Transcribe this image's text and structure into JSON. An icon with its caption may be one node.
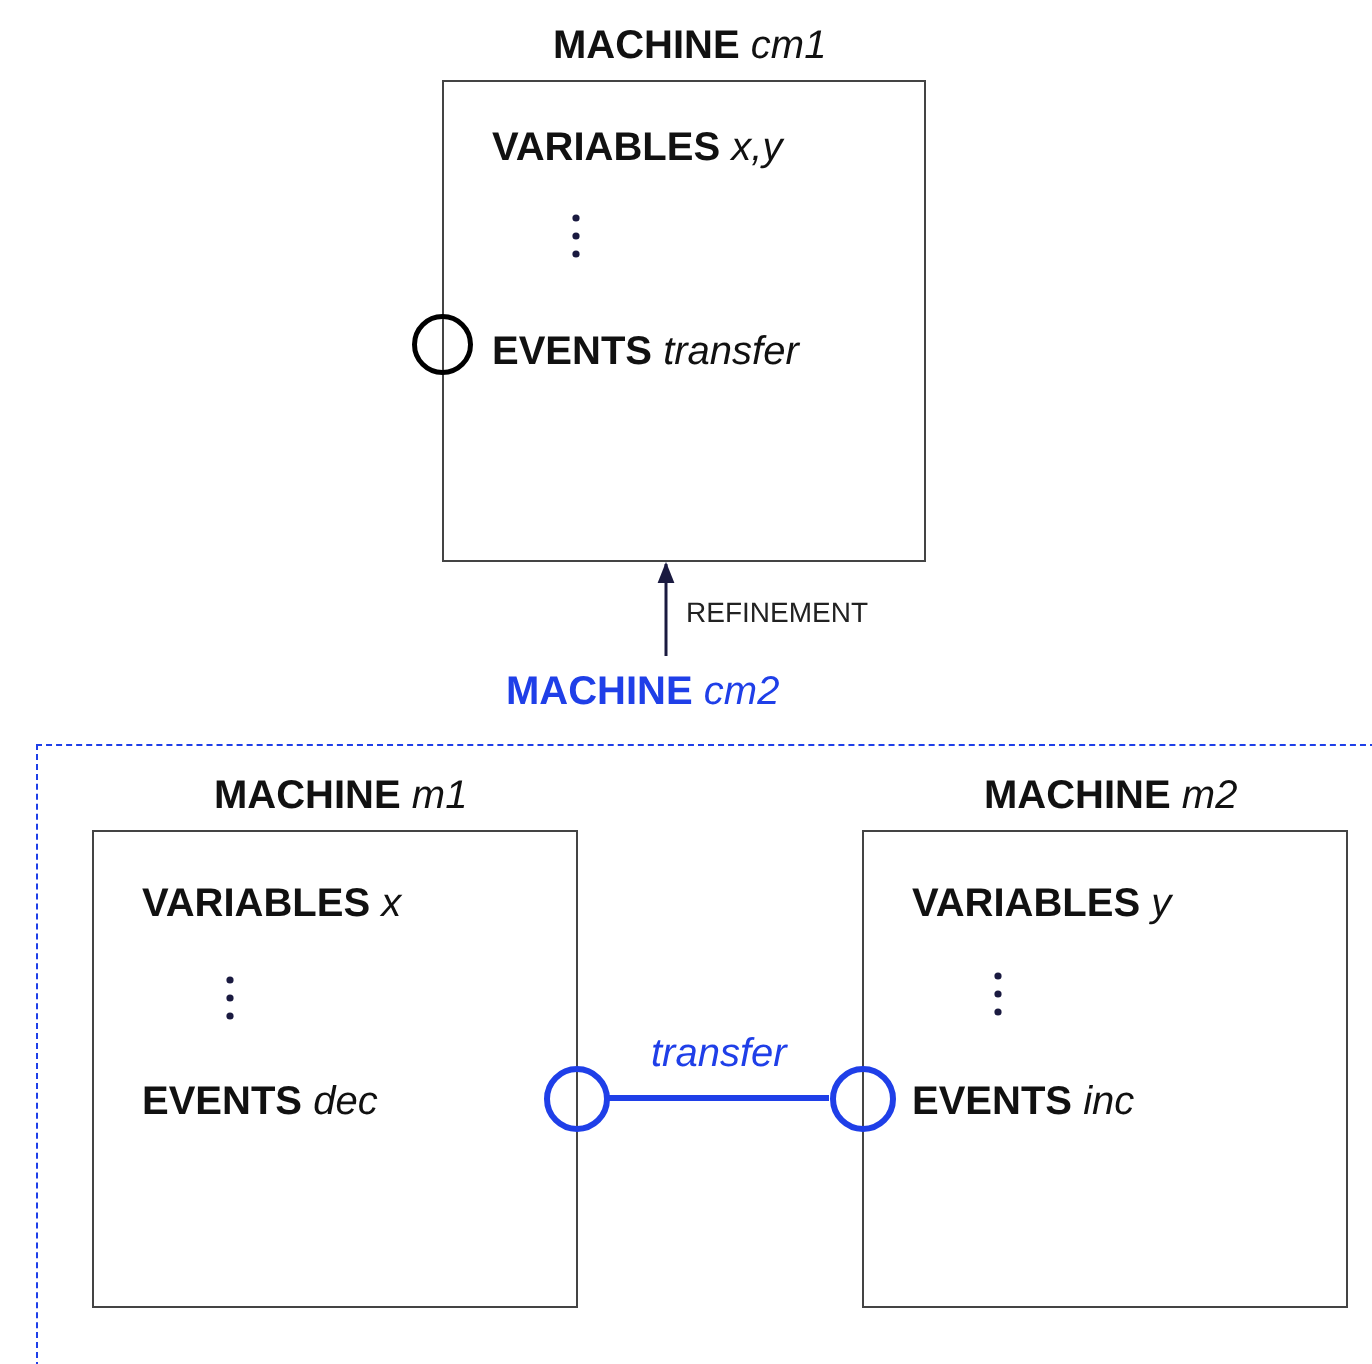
{
  "diagram": {
    "nodes": [
      {
        "text": [
          "**MACHINE** *cm1*",
          "**VARIABLES** *x,y*",
          "**EVENTS** *transfer*"
        ]
      },
      {
        "text": [
          "**MACHINE** *cm2*"
        ]
      },
      {
        "text": [
          "**MACHINE** *m1*",
          "**VARIABLES** *x*",
          "**EVENTS** *dec*"
        ],
        "in": 1
      },
      {
        "text": [
          "**MACHINE** *m2*",
          "**VARIABLES** *y*",
          "**EVENTS** *inc*"
        ],
        "in": 1
      },
      {
        "text": [],
        "shape": "circle"
      },
      {
        "text": [],
        "shape": "circle",
        "in": 1
      },
      {
        "text": [],
        "shape": "circle",
        "in": 1
      }
    ],
    "edges": [
      {
        "from": 1,
        "to": 0,
        "arrow": "to",
        "label": "REFINEMENT"
      },
      {
        "from": 5,
        "to": 6,
        "arrow": "none",
        "label": "transfer",
        "style": "thick",
        "color": "#1f3fe8"
      }
    ]
  }
}
